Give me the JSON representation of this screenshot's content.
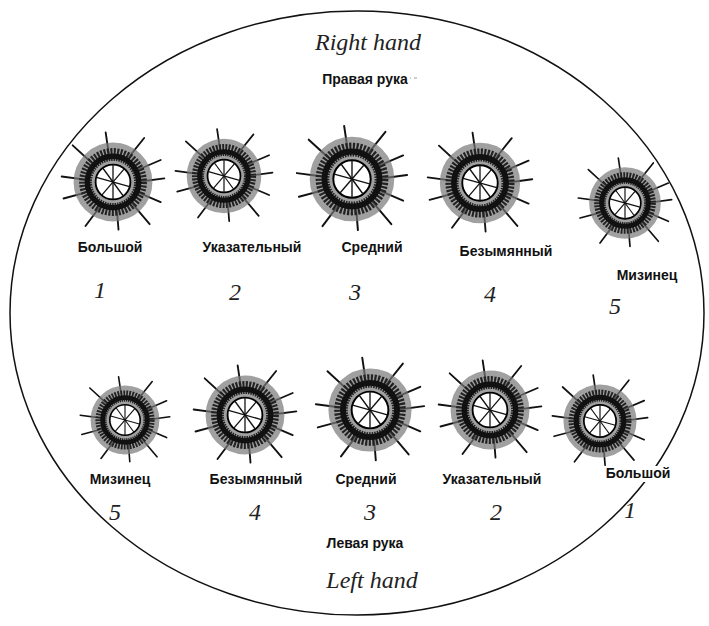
{
  "diagram": {
    "labels": [
      "Right hand",
      "Правая рука",
      "Большой",
      "1",
      "Указательный",
      "2",
      "Средний",
      "3",
      "Безымянный",
      "4",
      "Мизинец",
      "5",
      "Мизинец",
      "5",
      "Безымянный",
      "4",
      "Средний",
      "3",
      "Указательный",
      "2",
      "Большой",
      "1",
      "Левая рука",
      "Left hand"
    ]
  }
}
